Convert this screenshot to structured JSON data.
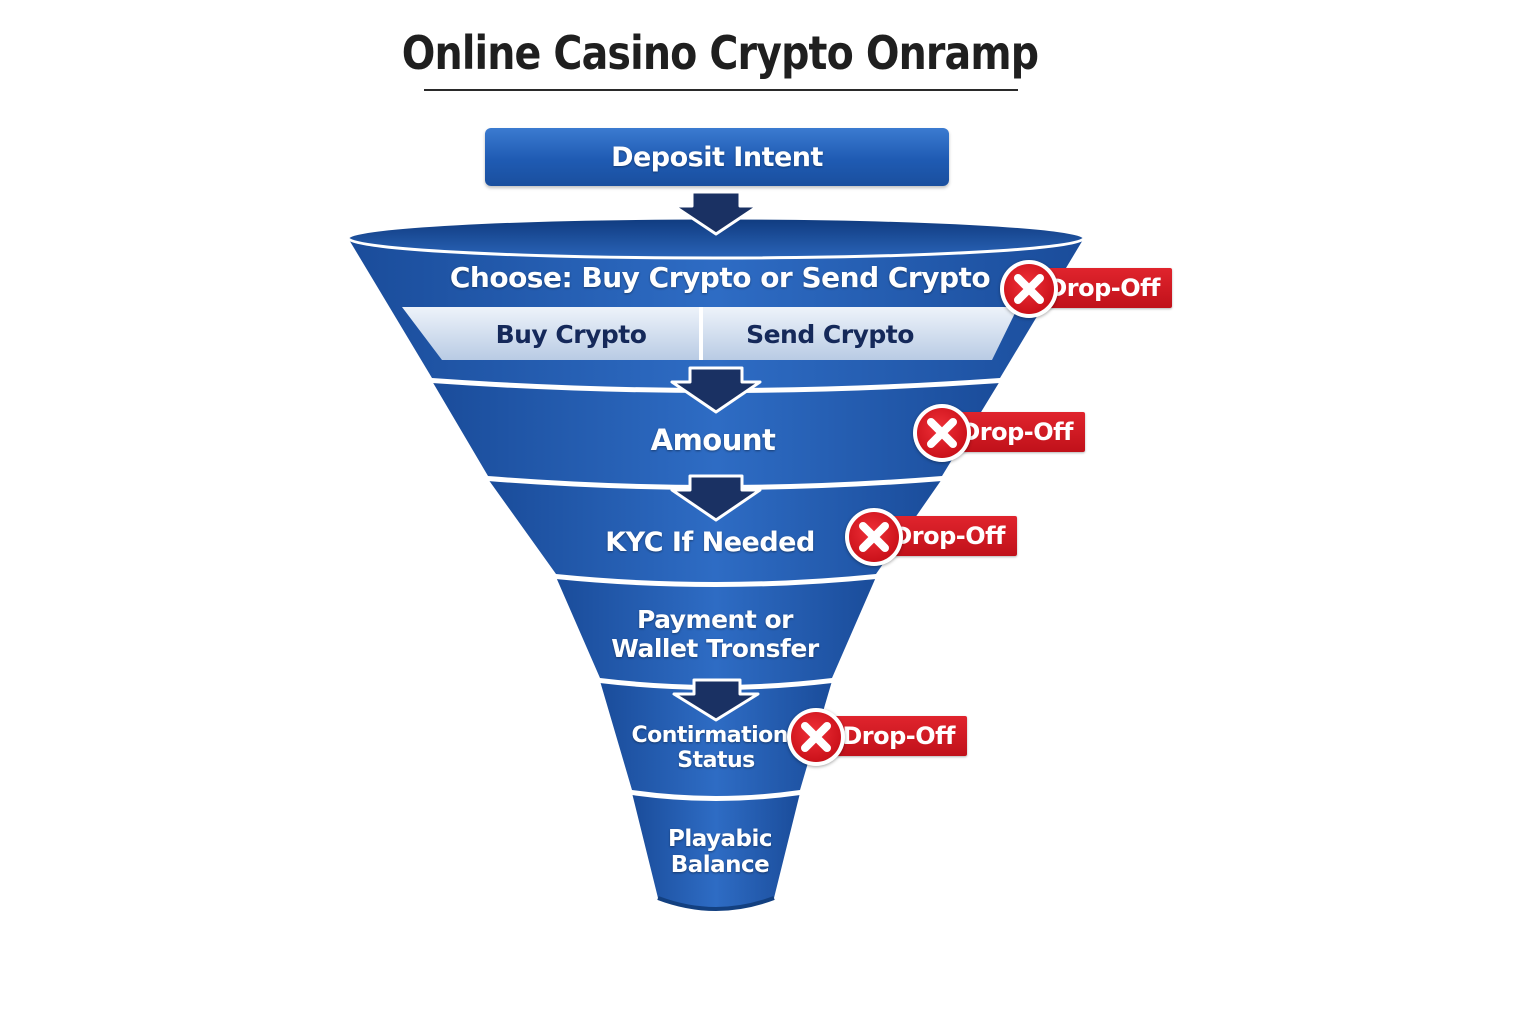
{
  "title": "Online Casino Crypto Onramp",
  "top_box": {
    "label": "Deposit Intent"
  },
  "stages": [
    {
      "label": "Choose: Buy Crypto or Send Crypto"
    },
    {
      "label": "Amount"
    },
    {
      "label": "KYC If Needed"
    },
    {
      "label_line1": "Payment or",
      "label_line2": "Wallet Tronsfer"
    },
    {
      "label_line1": "Contirmations",
      "label_line2": "Status"
    },
    {
      "label_line1": "Playabic",
      "label_line2": "Balance"
    }
  ],
  "options": {
    "left": "Buy Crypto",
    "right": "Send Crypto"
  },
  "dropoffs": [
    {
      "label": "Drop-Off"
    },
    {
      "label": "Drop-Off"
    },
    {
      "label": "Drop-Off"
    },
    {
      "label": "Drop-Off"
    }
  ],
  "colors": {
    "funnel_blue": "#1f58b0",
    "funnel_dark": "#17468f",
    "arrow": "#1a3163",
    "dropoff_red": "#d01a22"
  },
  "icons": {
    "arrow": "chevron-down-arrow-icon",
    "dropoff": "x-circle-icon"
  }
}
